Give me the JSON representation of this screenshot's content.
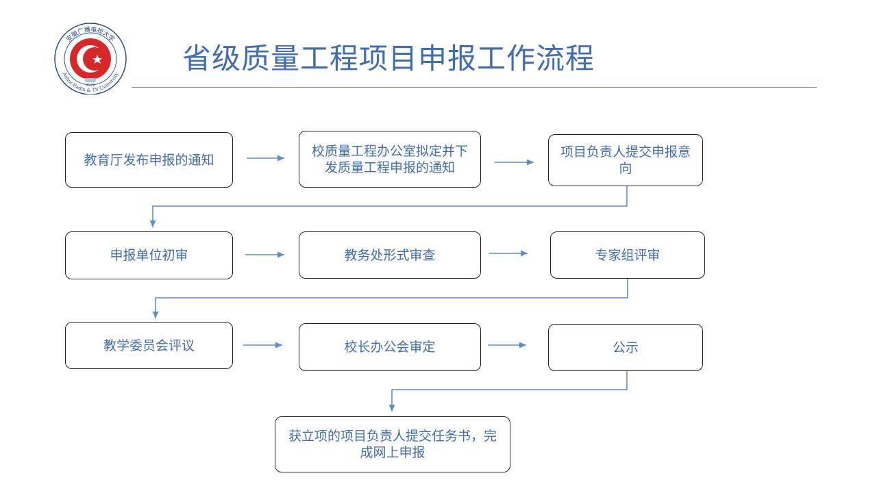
{
  "title": "省级质量工程项目申报工作流程",
  "logo": {
    "arc_text": "安徽广播电视大学",
    "english_text": "Anhui Radio & TV University",
    "year": "1979"
  },
  "accent_color": "#3f6cb4",
  "rule_color": "#e06666",
  "steps": [
    {
      "label": "教育厅发布申报的通知"
    },
    {
      "label": "校质量工程办公室拟定并下发质量工程申报的通知"
    },
    {
      "label": "项目负责人提交申报意向"
    },
    {
      "label": "申报单位初审"
    },
    {
      "label": "教务处形式审查"
    },
    {
      "label": "专家组评审"
    },
    {
      "label": "教学委员会评议"
    },
    {
      "label": "校长办公会审定"
    },
    {
      "label": "公示"
    },
    {
      "label": "获立项的项目负责人提交任务书，完成网上申报"
    }
  ]
}
